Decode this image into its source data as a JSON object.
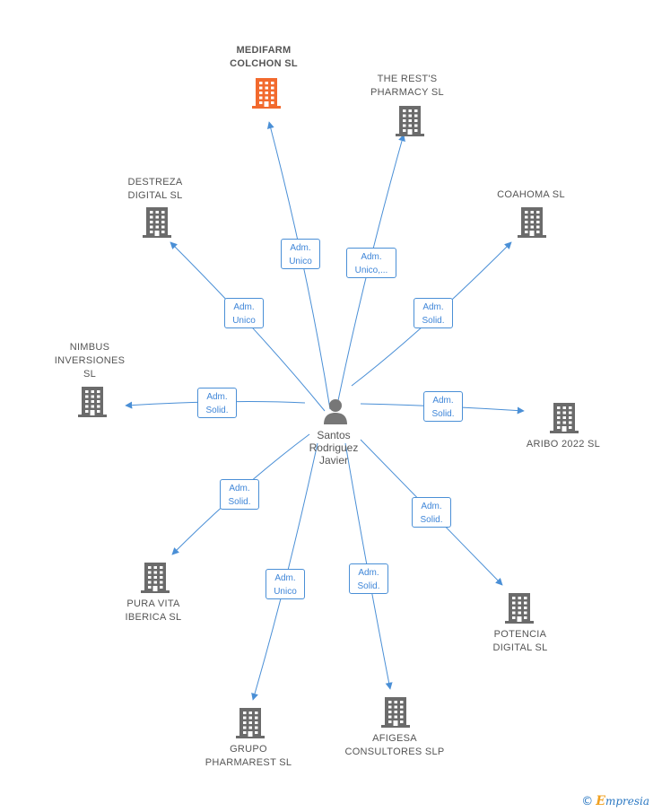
{
  "center": {
    "label": "Santos\nRodriguez\nJavier"
  },
  "nodes": [
    {
      "id": "medifarm",
      "label": "MEDIFARM\nCOLCHON  SL",
      "highlight": true
    },
    {
      "id": "therests",
      "label": "THE REST'S\nPHARMACY SL",
      "highlight": false
    },
    {
      "id": "destreza",
      "label": "DESTREZA\nDIGITAL  SL",
      "highlight": false
    },
    {
      "id": "coahoma",
      "label": "COAHOMA SL",
      "highlight": false
    },
    {
      "id": "nimbus",
      "label": "NIMBUS\nINVERSIONES\nSL",
      "highlight": false
    },
    {
      "id": "aribo",
      "label": "ARIBO 2022  SL",
      "highlight": false
    },
    {
      "id": "puravita",
      "label": "PURA VITA\nIBERICA  SL",
      "highlight": false
    },
    {
      "id": "potencia",
      "label": "POTENCIA\nDIGITAL  SL",
      "highlight": false
    },
    {
      "id": "pharmarest",
      "label": "GRUPO\nPHARMAREST SL",
      "highlight": false
    },
    {
      "id": "afigesa",
      "label": "AFIGESA\nCONSULTORES SLP",
      "highlight": false
    }
  ],
  "edges": [
    {
      "target": "medifarm",
      "label": "Adm.\nUnico"
    },
    {
      "target": "therests",
      "label": "Adm.\nUnico,..."
    },
    {
      "target": "destreza",
      "label": "Adm.\nUnico"
    },
    {
      "target": "coahoma",
      "label": "Adm.\nSolid."
    },
    {
      "target": "nimbus",
      "label": "Adm.\nSolid."
    },
    {
      "target": "aribo",
      "label": "Adm.\nSolid."
    },
    {
      "target": "puravita",
      "label": "Adm.\nSolid."
    },
    {
      "target": "potencia",
      "label": "Adm.\nSolid."
    },
    {
      "target": "pharmarest",
      "label": "Adm.\nUnico"
    },
    {
      "target": "afigesa",
      "label": "Adm.\nSolid."
    }
  ],
  "colors": {
    "edge": "#4a8fd6",
    "building": "#6b6b6b",
    "building_highlight": "#f26a2e",
    "person": "#777777"
  },
  "brand": {
    "copyright": "©",
    "name_initial": "E",
    "name_rest": "mpresia"
  }
}
